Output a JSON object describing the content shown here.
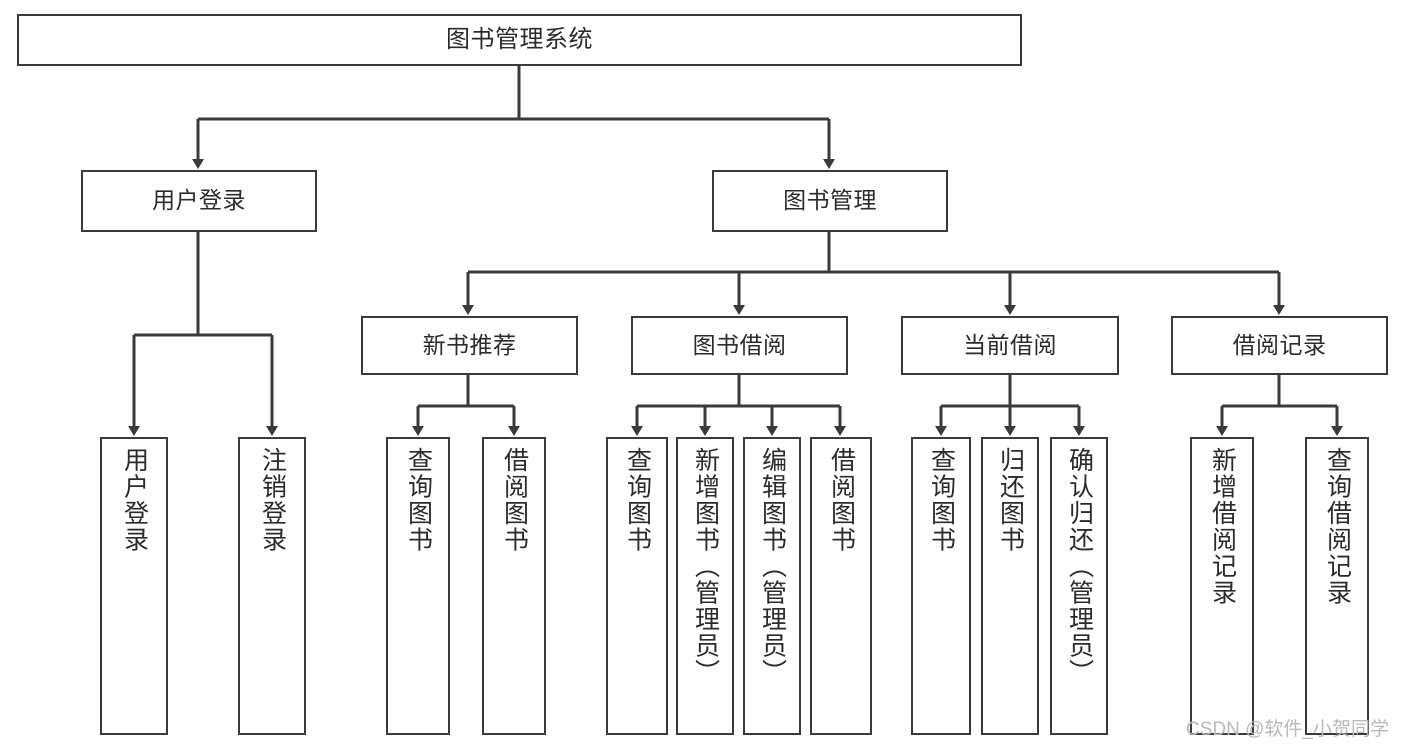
{
  "diagram": {
    "title": "图书管理系统",
    "type": "hierarchy-tree",
    "root": {
      "label": "图书管理系统"
    },
    "level2": [
      {
        "label": "用户登录"
      },
      {
        "label": "图书管理"
      }
    ],
    "level3": [
      {
        "label": "新书推荐"
      },
      {
        "label": "图书借阅"
      },
      {
        "label": "当前借阅"
      },
      {
        "label": "借阅记录"
      }
    ],
    "leaves": {
      "user_login": [
        {
          "label": "用户登录"
        },
        {
          "label": "注销登录"
        }
      ],
      "new_book_recommend": [
        {
          "label": "查询图书"
        },
        {
          "label": "借阅图书"
        }
      ],
      "book_borrow": [
        {
          "label": "查询图书"
        },
        {
          "label": "新增图书（管理员）"
        },
        {
          "label": "编辑图书（管理员）"
        },
        {
          "label": "借阅图书"
        }
      ],
      "current_borrow": [
        {
          "label": "查询图书"
        },
        {
          "label": "归还图书"
        },
        {
          "label": "确认归还（管理员）"
        }
      ],
      "borrow_record": [
        {
          "label": "新增借阅记录"
        },
        {
          "label": "查询借阅记录"
        }
      ]
    }
  },
  "watermark": {
    "text": "CSDN @软件_小贺同学"
  },
  "colors": {
    "stroke": "#3a3a3a",
    "background": "#ffffff",
    "text": "#2b2b2b",
    "watermark": "#b9b9b9"
  }
}
